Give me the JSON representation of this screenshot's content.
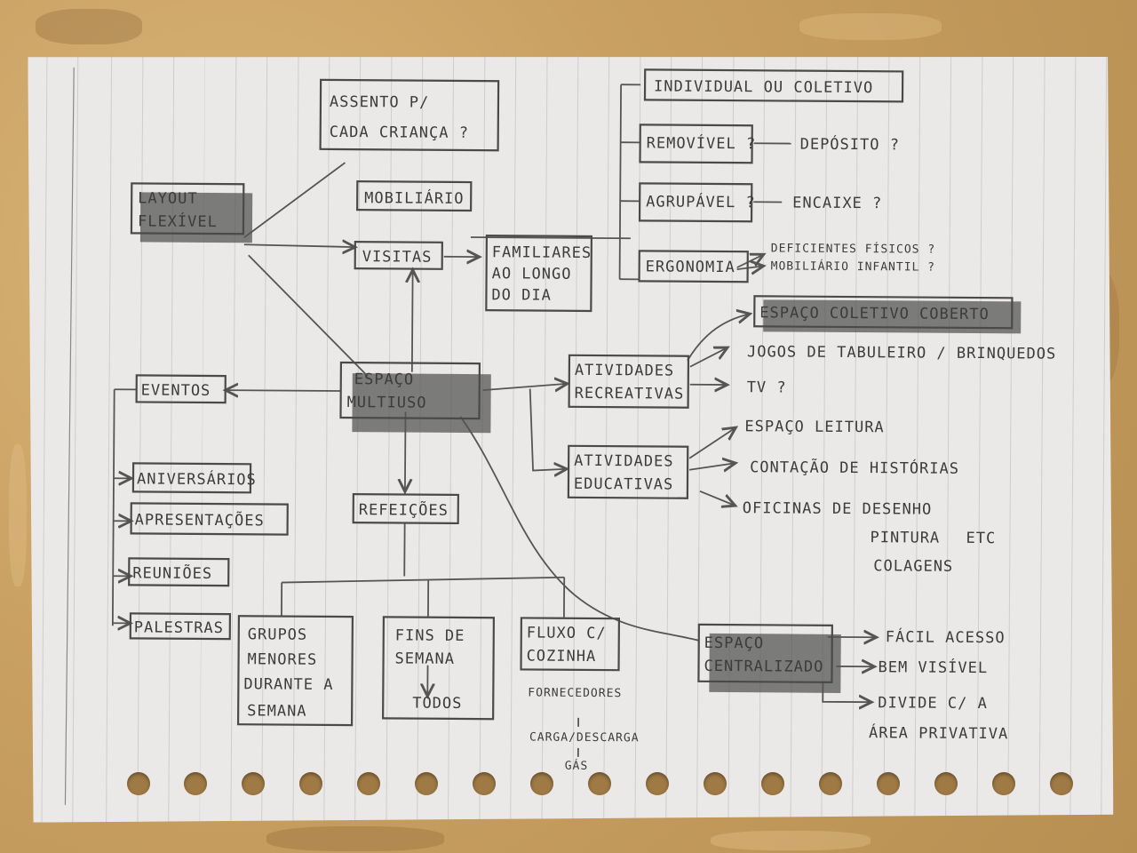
{
  "nodes": {
    "assento": [
      "ASSENTO P/",
      "CADA CRIANÇA ?"
    ],
    "layout": [
      "LAYOUT",
      "FLEXÍVEL"
    ],
    "mobiliario": "MOBILIÁRIO",
    "individual": "INDIVIDUAL OU COLETIVO",
    "removivel": "REMOVÍVEL ?",
    "deposito": "DEPÓSITO ?",
    "agrupavel": "AGRUPÁVEL ?",
    "encaixe": "ENCAIXE ?",
    "ergonomia": "ERGONOMIA",
    "deficientes": "DEFICIENTES FÍSICOS ?",
    "mob_infantil": "MOBILIÁRIO INFANTIL ?",
    "visitas": "VISITAS",
    "familiares": [
      "FAMILIARES",
      "AO LONGO",
      "DO DIA"
    ],
    "espaco_multiuso": [
      "ESPAÇO",
      "MULTIUSO"
    ],
    "eventos": "EVENTOS",
    "aniversarios": "ANIVERSÁRIOS",
    "apresentacoes": "APRESENTAÇÕES",
    "reunioes": "REUNIÕES",
    "palestras": "PALESTRAS",
    "refeicoes": "REFEIÇÕES",
    "grupos": [
      "GRUPOS",
      "MENORES",
      "DURANTE A",
      "SEMANA"
    ],
    "fins": [
      "FINS DE",
      "SEMANA",
      "TODOS"
    ],
    "fluxo": [
      "FLUXO C/",
      "COZINHA"
    ],
    "fornecedores": [
      "FORNECEDORES",
      "CARGA/DESCARGA",
      "GÁS"
    ],
    "ativ_recreativas": [
      "ATIVIDADES",
      "RECREATIVAS"
    ],
    "espaco_coletivo": "ESPAÇO COLETIVO COBERTO",
    "jogos": "JOGOS DE TABULEIRO / BRINQUEDOS",
    "tv": "TV ?",
    "ativ_educativas": [
      "ATIVIDADES",
      "EDUCATIVAS"
    ],
    "espaco_leitura": "ESPAÇO LEITURA",
    "contacao": "CONTAÇÃO DE HISTÓRIAS",
    "oficinas": [
      "OFICINAS DE DESENHO",
      "PINTURA",
      "COLAGENS",
      "ETC"
    ],
    "espaco_centralizado": [
      "ESPAÇO",
      "CENTRALIZADO"
    ],
    "facil_acesso": "FÁCIL ACESSO",
    "bem_visivel": "BEM VISÍVEL",
    "divide": [
      "DIVIDE C/ A",
      "ÁREA PRIVATIVA"
    ]
  },
  "colors": {
    "pencil": "#3c3c3c",
    "paper": "#ebe9e8",
    "wood": "#c9a062"
  }
}
